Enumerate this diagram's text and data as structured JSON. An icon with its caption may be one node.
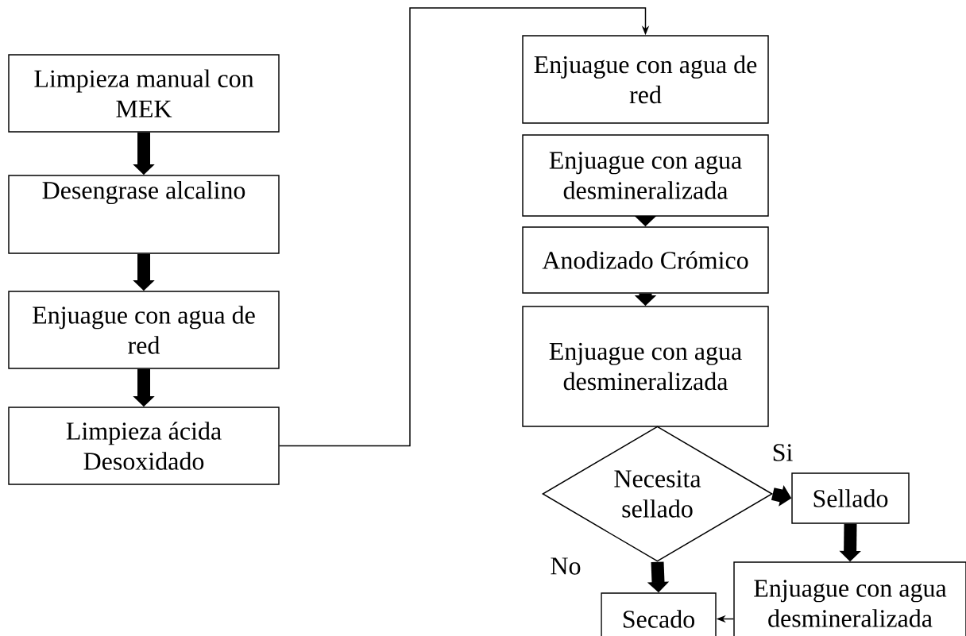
{
  "diagram": {
    "nodes": [
      {
        "text": [
          "Limpieza manual con MEK"
        ]
      },
      {
        "text": [
          "Desengrase alcalino"
        ]
      },
      {
        "text": [
          "Enjuague con agua de red"
        ]
      },
      {
        "text": [
          "Limpieza ácida Desoxidado"
        ]
      },
      {
        "text": [
          "Enjuague con agua de red"
        ]
      },
      {
        "text": [
          "Enjuague con agua desmineralizada"
        ]
      },
      {
        "text": [
          "Anodizado Crómico"
        ]
      },
      {
        "text": [
          "Enjuague con agua desmineralizada"
        ]
      },
      {
        "text": [
          "Necesita sellado"
        ]
      },
      {
        "text": [
          "Sellado"
        ]
      },
      {
        "text": [
          "Enjuague con agua desmineralizada"
        ]
      },
      {
        "text": [
          "Secado"
        ]
      }
    ],
    "edges": [
      {
        "from": 0,
        "to": 1,
        "arrow": "to"
      },
      {
        "from": 1,
        "to": 2,
        "arrow": "to"
      },
      {
        "from": 2,
        "to": 3,
        "arrow": "to"
      },
      {
        "from": 3,
        "to": 4,
        "arrow": "to"
      },
      {
        "from": 5,
        "to": 6,
        "arrow": "to"
      },
      {
        "from": 6,
        "to": 7,
        "arrow": "to"
      },
      {
        "from": 8,
        "to": 9,
        "arrow": "to",
        "label": "Si"
      },
      {
        "from": 8,
        "to": 11,
        "arrow": "to",
        "label": "No"
      },
      {
        "from": 9,
        "to": 10,
        "arrow": "to"
      },
      {
        "from": 10,
        "to": 11,
        "arrow": "to"
      }
    ]
  }
}
